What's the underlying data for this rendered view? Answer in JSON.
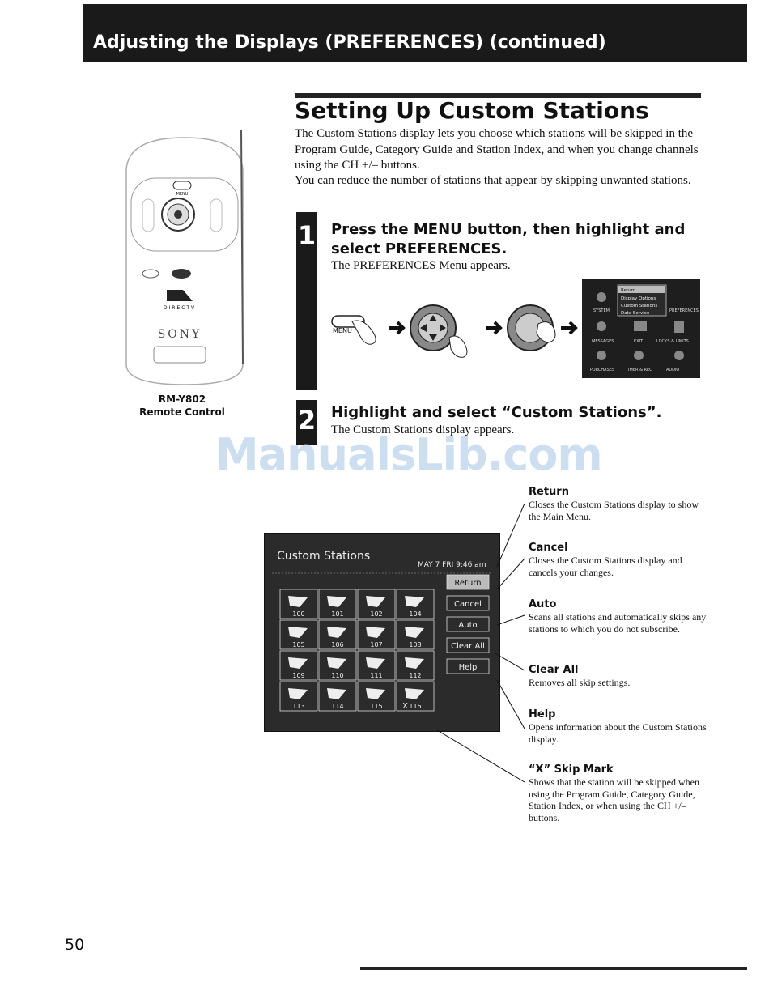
{
  "header": {
    "title": "Adjusting the Displays (PREFERENCES) (continued)"
  },
  "section": {
    "title": "Setting Up Custom Stations",
    "intro_1": "The Custom Stations display lets you choose which stations will be skipped in the Program Guide, Category Guide and Station Index, and when you change channels using the CH +/– buttons.",
    "intro_2": "You can reduce the number of stations that appear by skipping unwanted stations."
  },
  "remote": {
    "model": "RM-Y802",
    "caption": "Remote Control",
    "menu_label": "MENU",
    "brand": "SONY",
    "logo_text": "DIRECTV"
  },
  "steps": [
    {
      "number": "1",
      "heading": "Press the MENU button, then highlight and select PREFERENCES.",
      "description": "The PREFERENCES Menu appears.",
      "menu_button_label": "MENU",
      "preferences_menu": {
        "items": [
          "Return",
          "Display Options",
          "Custom Stations",
          "Data Service"
        ],
        "labels": [
          "SYSTEM",
          "PREFERENCES",
          "MESSAGES",
          "EXIT",
          "LOCKS & LIMITS",
          "PURCHASES",
          "TIMER & REC",
          "AUDIO"
        ]
      }
    },
    {
      "number": "2",
      "heading": "Highlight and select “Custom Stations”.",
      "description": "The Custom Stations display appears."
    }
  ],
  "custom_stations_screen": {
    "title": "Custom Stations",
    "datetime": "MAY  7 FRI  9:46 am",
    "buttons": [
      "Return",
      "Cancel",
      "Auto",
      "Clear All",
      "Help"
    ],
    "stations": [
      "100",
      "101",
      "102",
      "104",
      "105",
      "106",
      "107",
      "108",
      "109",
      "110",
      "111",
      "112",
      "113",
      "114",
      "115",
      "116"
    ],
    "skip_mark": "X"
  },
  "callouts": [
    {
      "title": "Return",
      "text": "Closes the Custom Stations display to show the Main Menu."
    },
    {
      "title": "Cancel",
      "text": "Closes the Custom Stations display and cancels your changes."
    },
    {
      "title": "Auto",
      "text": "Scans all stations and automatically skips any stations to which you do not subscribe."
    },
    {
      "title": "Clear All",
      "text": "Removes all skip settings."
    },
    {
      "title": "Help",
      "text": "Opens information about the Custom Stations display."
    },
    {
      "title": "“X” Skip Mark",
      "text": "Shows that the station will be skipped when using the Program Guide, Category Guide, Station Index, or when using the CH +/– buttons."
    }
  ],
  "watermark": "ManualsLib.com",
  "page_number": "50",
  "colors": {
    "header_bg": "#1a1a1a",
    "screen_bg": "#2b2b2b",
    "watermark": "#c5d9ef"
  }
}
